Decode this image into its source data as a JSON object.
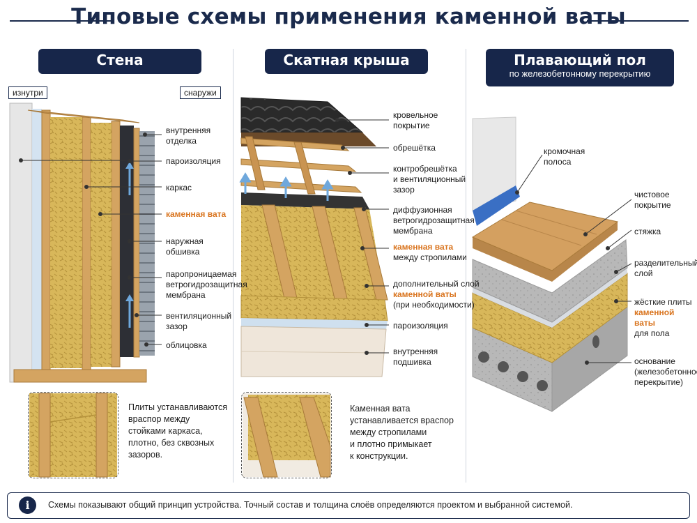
{
  "page_title": "Типовые схемы применения каменной ваты",
  "colors": {
    "navy": "#17264a",
    "accent": "#d9741e",
    "wool": "#d8b75a",
    "wood": "#d4a461"
  },
  "wall": {
    "header": "Стена",
    "inside_tag": "изнутри",
    "outside_tag": "снаружи",
    "labels": {
      "l1": "внутренняя\nотделка",
      "l2": "пароизоляция",
      "l3": "каркас",
      "l4": "каменная вата",
      "l5": "наружная\nобшивка",
      "l6": "паропроницаемая\nветрогидрозащитная\nмембрана",
      "l7": "вентиляционный\nзазор",
      "l8": "облицовка"
    },
    "note": "Плиты устанавливаются\nвраспор между\nстойками каркаса,\nплотно, без сквозных\nзазоров."
  },
  "roof": {
    "header": "Скатная крыша",
    "labels": {
      "l1": "кровельное\nпокрытие",
      "l2": "обрешётка",
      "l3": "контробрешётка\nи вентиляционный\nзазор",
      "l4": "диффузионная\nветрогидрозащитная\nмембрана",
      "l5_hl": "каменная вата",
      "l5_rest": "между стропилами",
      "l6_a": "дополнительный слой",
      "l6_hl": "каменной ваты",
      "l6_b": "(при необходимости)",
      "l7": "пароизоляция",
      "l8": "внутренняя\nподшивка"
    },
    "note": "Каменная вата\nустанавливается враспор\nмежду стропилами\nи плотно примыкает\nк конструкции."
  },
  "floor": {
    "header": "Плавающий пол",
    "header_sub": "по железобетонному перекрытию",
    "labels": {
      "l1": "кромочная\nполоса",
      "l2": "чистовое\nпокрытие",
      "l3": "стяжка",
      "l4": "разделительный\nслой",
      "l5_a": "жёсткие плиты",
      "l5_hl": "каменной ваты",
      "l5_b": "для пола",
      "l6": "основание\n(железобетонное\nперекрытие)"
    }
  },
  "footer": {
    "icon": "info-icon",
    "text": "Схемы показывают общий принцип устройства. Точный состав и толщина слоёв определяются проектом и выбранной системой."
  }
}
